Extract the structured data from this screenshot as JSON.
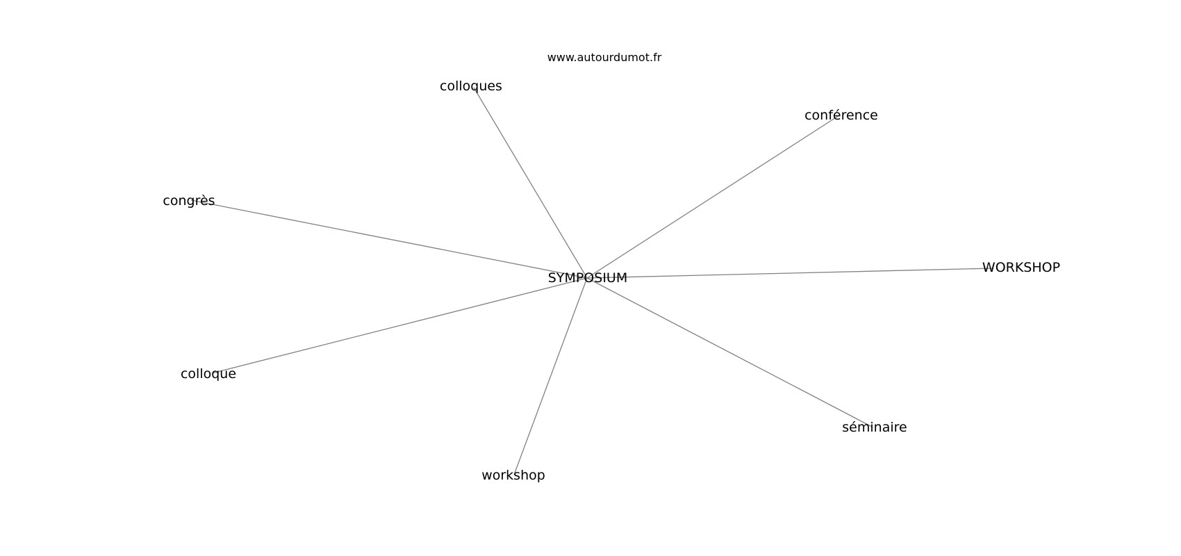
{
  "source": "www.autourdumot.fr",
  "graph": {
    "center": {
      "id": "symposium",
      "label": "SYMPOSIUM"
    },
    "neighbors": [
      {
        "id": "colloques",
        "label": "colloques"
      },
      {
        "id": "conference",
        "label": "conférence"
      },
      {
        "id": "congres",
        "label": "congrès"
      },
      {
        "id": "workshop-upper",
        "label": "WORKSHOP"
      },
      {
        "id": "colloque",
        "label": "colloque"
      },
      {
        "id": "seminaire",
        "label": "séminaire"
      },
      {
        "id": "workshop",
        "label": "workshop"
      }
    ]
  },
  "colors": {
    "edge": "#808080",
    "text": "#000000",
    "background": "#ffffff"
  }
}
